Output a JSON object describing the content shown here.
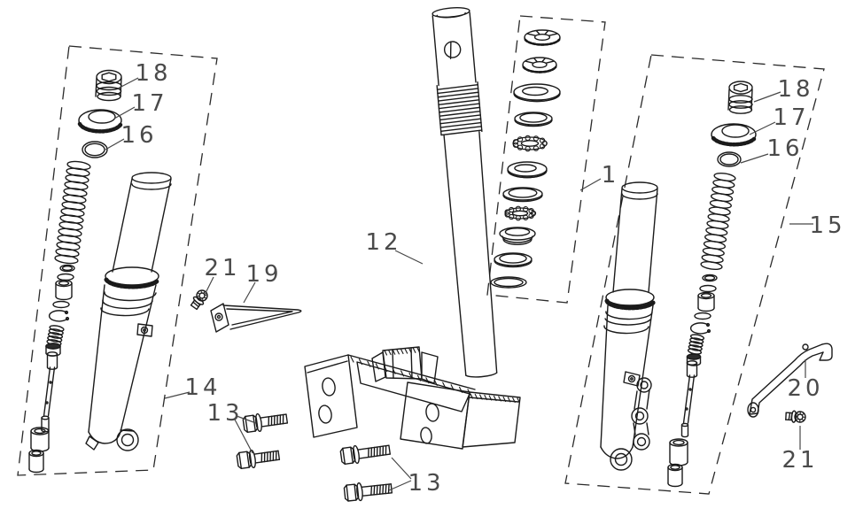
{
  "colors": {
    "background": "#ffffff",
    "line": "#1a1a1a",
    "label": "#4a4a4a"
  },
  "callouts": {
    "bearing_stack": "1",
    "steering_stem": "12",
    "clamp_bolts_left": "13",
    "clamp_bolts_bottom": "13",
    "left_fork_assembly": "14",
    "right_fork_assembly": "15",
    "left_oring": "16",
    "left_dust_seal": "17",
    "left_fork_cap": "18",
    "right_oring": "16",
    "right_dust_seal": "17",
    "right_fork_cap": "18",
    "cable_guide_bracket": "19",
    "stand_lever": "20",
    "small_bolt_left": "21",
    "small_bolt_right": "21"
  }
}
